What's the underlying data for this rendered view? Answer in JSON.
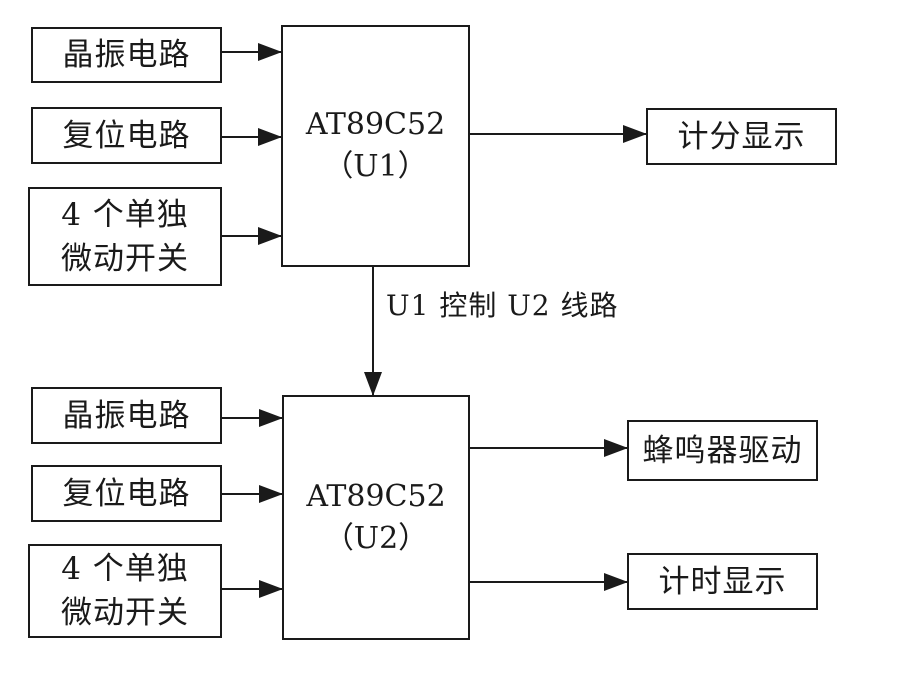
{
  "u1": {
    "inputs": {
      "crystal": "晶振电路",
      "reset": "复位电路",
      "switches_line1": "4 个单独",
      "switches_line2": "微动开关"
    },
    "mcu_name": "AT89C52",
    "mcu_id": "（U1）",
    "output": "计分显示"
  },
  "link_label": "U1 控制 U2 线路",
  "u2": {
    "inputs": {
      "crystal": "晶振电路",
      "reset": "复位电路",
      "switches_line1": "4 个单独",
      "switches_line2": "微动开关"
    },
    "mcu_name": "AT89C52",
    "mcu_id": "（U2）",
    "output_buzzer": "蜂鸣器驱动",
    "output_timer": "计时显示"
  }
}
